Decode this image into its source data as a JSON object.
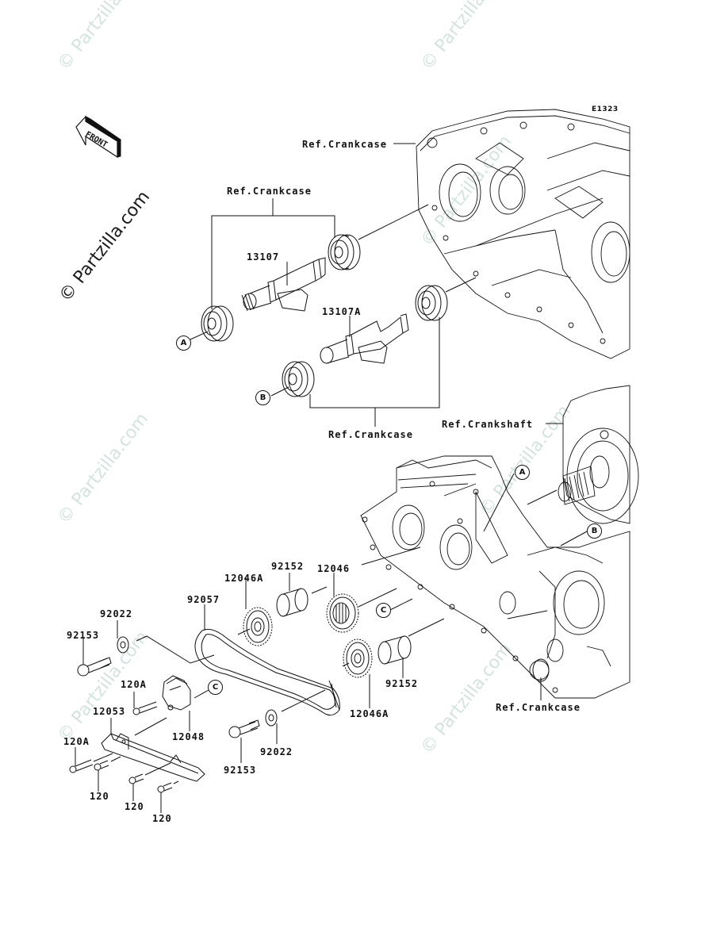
{
  "diagram": {
    "code": "E1323",
    "watermark": "© Partzilla.com",
    "front_indicator": "FRONT",
    "references": {
      "crankcase_top_right": "Ref.Crankcase",
      "crankcase_upper_bearings": "Ref.Crankcase",
      "crankcase_lower_bearings": "Ref.Crankcase",
      "crankshaft": "Ref.Crankshaft",
      "crankcase_bottom": "Ref.Crankcase"
    },
    "callouts": {
      "a_left": "A",
      "b_left": "B",
      "a_right": "A",
      "b_right": "B",
      "c_sprocket": "C",
      "c_tensioner": "C"
    },
    "parts": [
      {
        "id": "p-13107",
        "number": "13107"
      },
      {
        "id": "p-13107a",
        "number": "13107A"
      },
      {
        "id": "p-92152-top",
        "number": "92152"
      },
      {
        "id": "p-12046",
        "number": "12046"
      },
      {
        "id": "p-12046a-top",
        "number": "12046A"
      },
      {
        "id": "p-92057",
        "number": "92057"
      },
      {
        "id": "p-92022-left",
        "number": "92022"
      },
      {
        "id": "p-92153-left",
        "number": "92153"
      },
      {
        "id": "p-120a-top",
        "number": "120A"
      },
      {
        "id": "p-12053",
        "number": "12053"
      },
      {
        "id": "p-12048",
        "number": "12048"
      },
      {
        "id": "p-120a-left",
        "number": "120A"
      },
      {
        "id": "p-120-a",
        "number": "120"
      },
      {
        "id": "p-120-b",
        "number": "120"
      },
      {
        "id": "p-120-c",
        "number": "120"
      },
      {
        "id": "p-92152-bottom",
        "number": "92152"
      },
      {
        "id": "p-12046a-bottom",
        "number": "12046A"
      },
      {
        "id": "p-92022-bottom",
        "number": "92022"
      },
      {
        "id": "p-92153-bottom",
        "number": "92153"
      }
    ]
  }
}
